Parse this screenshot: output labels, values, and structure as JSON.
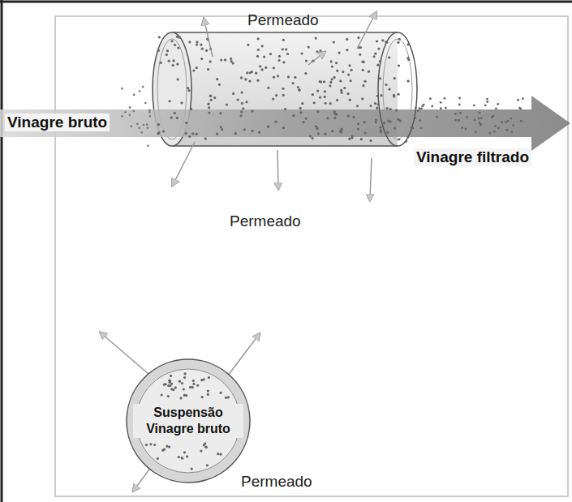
{
  "diagram": {
    "nodes": [
      {
        "text": [
          "Suspensão Vinagre bruto"
        ]
      }
    ],
    "labels": [
      "Permeado",
      "Vinagre bruto",
      "Vinagre filtrado",
      "Permeado",
      "Permeado"
    ]
  }
}
